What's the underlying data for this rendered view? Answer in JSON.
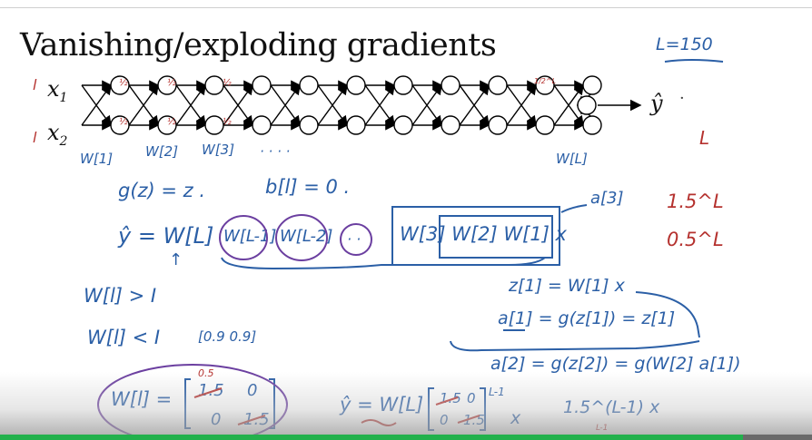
{
  "slide": {
    "title": "Vanishing/exploding gradients"
  },
  "network": {
    "inputs": [
      "x",
      "x"
    ],
    "input_subscripts": [
      "1",
      "2"
    ],
    "output": "ŷ",
    "output_marker": "·",
    "input_marks": [
      "l",
      "l"
    ]
  },
  "annotations": {
    "layer_count": "L=150",
    "L_mark": "L",
    "weights_row": [
      "W[1]",
      "W[2]",
      "W[3]",
      "· · · ·",
      "W[L]"
    ],
    "node_fractions": [
      "½",
      "½",
      "½",
      "½",
      "½",
      "½",
      "1/2^L"
    ],
    "activation_identity": "g(z) = z .",
    "bias_zero": "b[l] = 0 .",
    "yhat_product_lhs": "ŷ = W[L]",
    "w_l1": "W[L-1]",
    "w_l2": "W[L-2]",
    "dots": "· ·",
    "w3w2w1x": "W[3] W[2] W[1] x",
    "a3_label": "a[3]",
    "arrow_up": "↑",
    "exploding_factor": "1.5^L",
    "vanishing_factor": "0.5^L",
    "w_gt_i": "W[l] > I",
    "w_lt_i": "W[l] < I",
    "small_matrix": "[0.9 0.9]",
    "z1_eq": "z[1] = W[1] x",
    "a1_eq": "a[1] = g(z[1]) = z[1]",
    "a2_eq": "a[2] = g(z[2]) = g(W[2] a[1])",
    "w_matrix_label": "W[l] =",
    "matrix_entries": [
      "1.5",
      "0",
      "0",
      "1.5"
    ],
    "matrix_red_overwrite": "0.5",
    "yhat_final": "ŷ = W[L]",
    "final_matrix": [
      "1.5",
      "0",
      "0",
      "1.5"
    ],
    "final_exponent": "L-1",
    "final_times": "x",
    "final_factor": "1.5^(L-1) x",
    "final_red_exponent": "L-1"
  },
  "video": {
    "progress": 0.915
  },
  "colors": {
    "blue_ink": "#2b5fa6",
    "red_ink": "#b5322f",
    "purple_ink": "#6b3fa0",
    "progress_green": "#22b14c"
  }
}
